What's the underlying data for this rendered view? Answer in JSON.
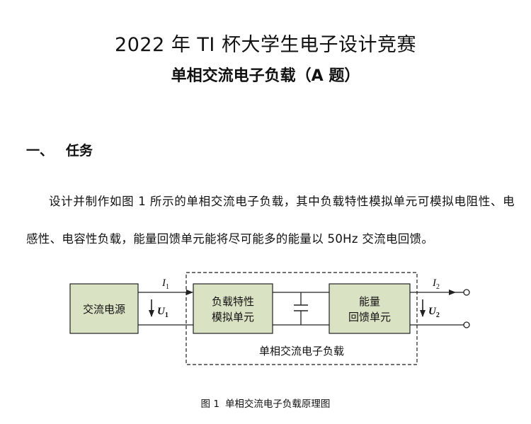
{
  "header": {
    "title": "2022 年 TI 杯大学生电子设计竞赛",
    "subtitle": "单相交流电子负载（A 题）"
  },
  "section": {
    "number": "一、",
    "title": "任务"
  },
  "task_text": "设计并制作如图 1 所示的单相交流电子负载，其中负载特性模拟单元可模拟电阻性、电感性、电容性负载，能量回馈单元能将尽可能多的能量以 50Hz 交流电回馈。",
  "figure": {
    "blocks": {
      "ac_source": "交流电源",
      "load_sim_line1": "负载特性",
      "load_sim_line2": "模拟单元",
      "feedback_line1": "能量",
      "feedback_line2": "回馈单元"
    },
    "dashed_box_label": "单相交流电子负载",
    "current_in": {
      "symbol": "I",
      "sub": "1"
    },
    "current_out": {
      "symbol": "I",
      "sub": "2"
    },
    "voltage_in": {
      "symbol": "U",
      "sub": "1"
    },
    "voltage_out": {
      "symbol": "U",
      "sub": "2"
    },
    "colors": {
      "block_fill": "#d9e3c4",
      "stroke": "#222222"
    }
  },
  "caption": {
    "number": "图 1",
    "text": "单相交流电子负载原理图"
  }
}
